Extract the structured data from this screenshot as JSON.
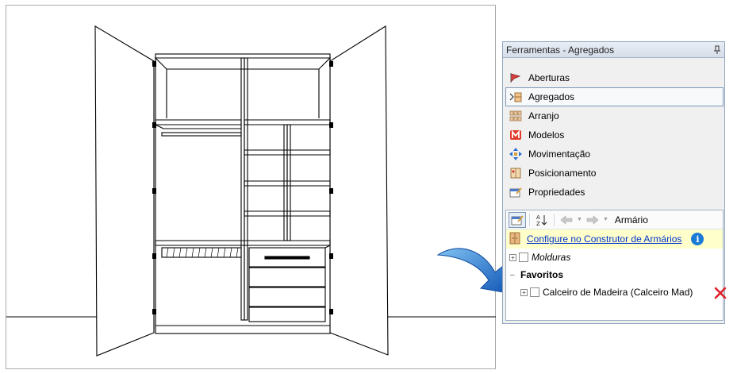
{
  "panel": {
    "title": "Ferramentas - Agregados",
    "tools": [
      {
        "label": "Aberturas",
        "icon": "aberturas-icon"
      },
      {
        "label": "Agregados",
        "icon": "agregados-icon",
        "selected": true
      },
      {
        "label": "Arranjo",
        "icon": "arranjo-icon"
      },
      {
        "label": "Modelos",
        "icon": "modelos-icon"
      },
      {
        "label": "Movimentação",
        "icon": "movimentacao-icon"
      },
      {
        "label": "Posicionamento",
        "icon": "posicionamento-icon"
      },
      {
        "label": "Propriedades",
        "icon": "propriedades-icon"
      }
    ],
    "tree": {
      "path": "Armário",
      "config_link": "Configure no Construtor de Armários",
      "nodes": {
        "molduras": "Molduras",
        "favoritos": "Favoritos",
        "calceiro": "Calceiro de Madeira (Calceiro Mad)"
      }
    }
  },
  "colors": {
    "panel_border": "#8ea5c1",
    "selection_border": "#7d98b8",
    "config_bg": "#ffffcc",
    "link": "#0033cc",
    "info": "#1a7ad4",
    "delete": "#e0202a",
    "arrow": "#1d6fd0"
  }
}
